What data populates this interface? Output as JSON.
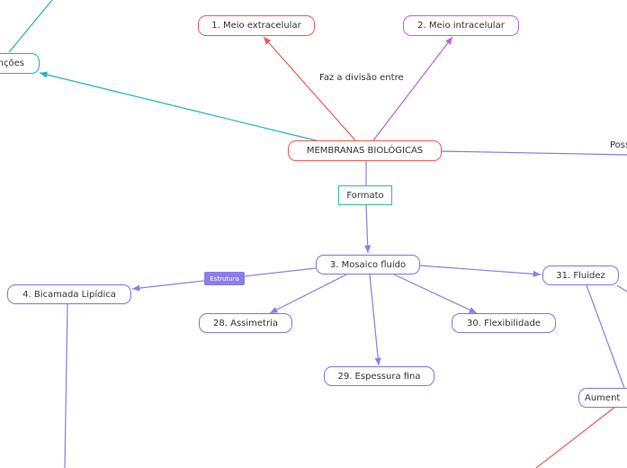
{
  "nodes": {
    "root": "MEMBRANAS BIOLÓGICAS",
    "meio_extracelular": "1. Meio extracelular",
    "meio_intracelular": "2. Meio intracelular",
    "funcoes_partial": "nções",
    "formato": "Formato",
    "mosaico_fluido": "3. Mosaico fluído",
    "bicamada": "4. Bicamada Lipídica",
    "assimetria": "28. Assimetria",
    "espessura": "29. Espessura fina",
    "flexibilidade": "30. Flexibilidade",
    "fluidez": "31. Fluidez",
    "aument_partial": "Aument"
  },
  "labels": {
    "faz_divisao": "Faz a divisão entre",
    "possui_partial": "Poss",
    "estrutura": "Estrutura"
  },
  "colors": {
    "red": "#ef5b55",
    "purple": "#b768dc",
    "blue": "#7a7be5",
    "teal": "#20b4b6",
    "green": "#3cbf8e",
    "lavender": "#8b7ee8"
  }
}
